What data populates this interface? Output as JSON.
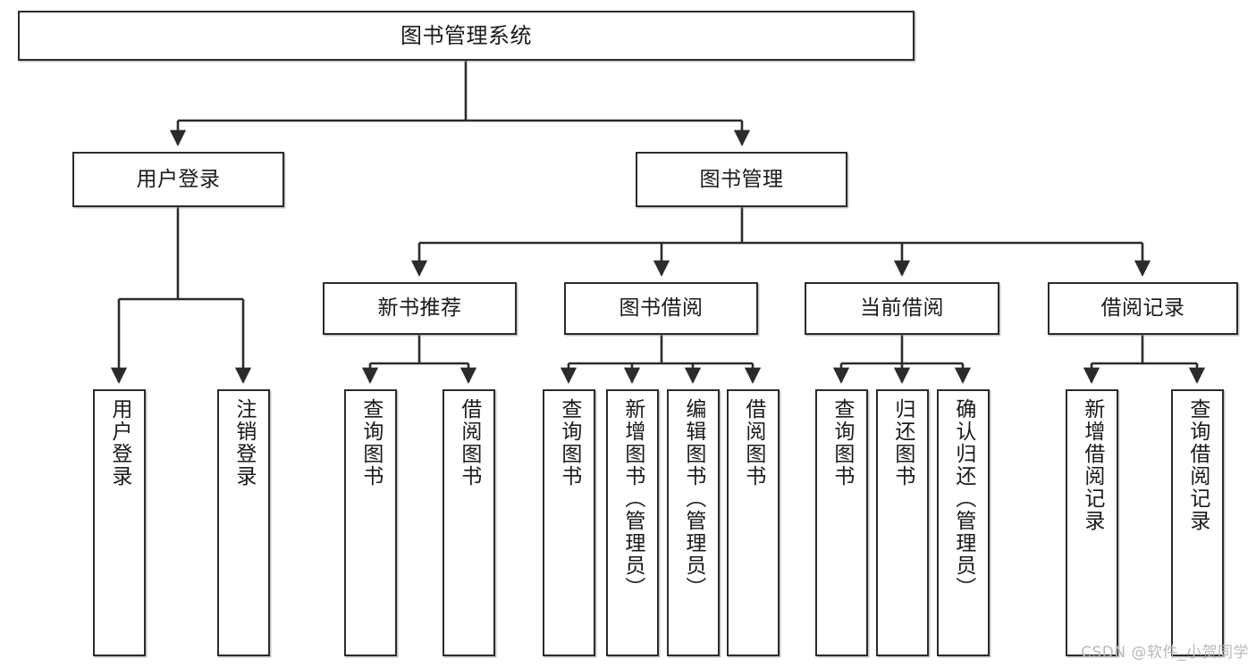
{
  "diagram": {
    "title": "图书管理系统",
    "type": "tree",
    "watermark": "CSDN @软件_小贺同学",
    "colors": {
      "stroke": "#2b2b2b",
      "fill": "#ffffff",
      "text": "#1a1a1a",
      "watermark": "#b9b9b9"
    },
    "root": {
      "label": "图书管理系统"
    },
    "level2": [
      {
        "label": "用户登录"
      },
      {
        "label": "图书管理"
      }
    ],
    "level3": [
      {
        "label": "新书推荐"
      },
      {
        "label": "图书借阅"
      },
      {
        "label": "当前借阅"
      },
      {
        "label": "借阅记录"
      }
    ],
    "leaves": {
      "user_login": [
        {
          "label": "用户登录"
        },
        {
          "label": "注销登录"
        }
      ],
      "new_book": [
        {
          "label": "查询图书"
        },
        {
          "label": "借阅图书"
        }
      ],
      "book_borrow": [
        {
          "label": "查询图书"
        },
        {
          "label": "新增图书（管理员）"
        },
        {
          "label": "编辑图书（管理员）"
        },
        {
          "label": "借阅图书"
        }
      ],
      "current_borrow": [
        {
          "label": "查询图书"
        },
        {
          "label": "归还图书"
        },
        {
          "label": "确认归还（管理员）"
        }
      ],
      "borrow_record": [
        {
          "label": "新增借阅记录"
        },
        {
          "label": "查询借阅记录"
        }
      ]
    }
  }
}
